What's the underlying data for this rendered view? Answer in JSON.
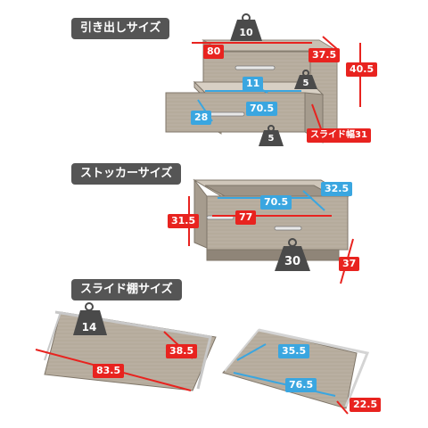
{
  "sections": {
    "drawer": {
      "title": "引き出しサイズ",
      "weight_outer": "10",
      "weight_top": "5",
      "weight_bottom": "5",
      "width": "80",
      "depth": "37.5",
      "height": "40.5",
      "inner_width": "70.5",
      "inner_depth": "11",
      "inner_side": "28",
      "slide_width": "スライド幅31"
    },
    "stocker": {
      "title": "ストッカーサイズ",
      "weight": "30",
      "inner_width": "70.5",
      "inner_depth": "32.5",
      "width": "77",
      "height": "31.5",
      "depth": "37"
    },
    "slide": {
      "title": "スライド棚サイズ",
      "weight": "14",
      "width": "83.5",
      "depth": "38.5",
      "inner_depth": "35.5",
      "inner_width": "76.5",
      "side": "22.5"
    }
  },
  "colors": {
    "red": "#e8231f",
    "blue": "#3aa6e0",
    "wood": "#b9afa1",
    "pill": "#555555"
  }
}
